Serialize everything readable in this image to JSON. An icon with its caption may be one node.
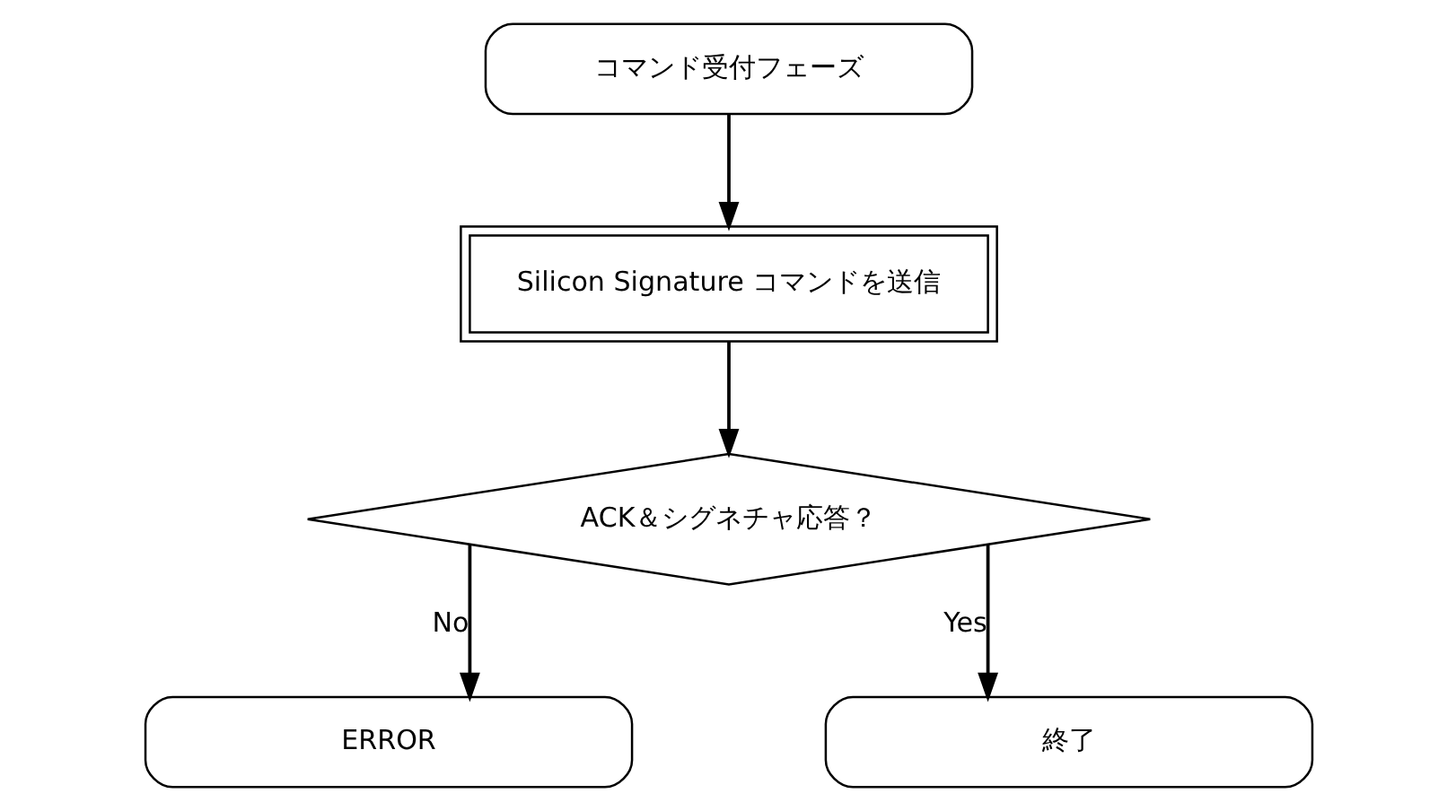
{
  "diagram": {
    "nodes": [
      {
        "text": [
          "コマンド受付フェーズ"
        ]
      },
      {
        "text": [
          "Silicon Signature コマンドを送信"
        ]
      },
      {
        "text": [
          "ACK＆シグネチャ応答？"
        ]
      },
      {
        "text": [
          "ERROR"
        ]
      },
      {
        "text": [
          "終了"
        ]
      }
    ],
    "edges": [
      {
        "from": 0,
        "to": 1,
        "arrow": "to"
      },
      {
        "from": 1,
        "to": 2,
        "arrow": "to"
      },
      {
        "from": 2,
        "to": 3,
        "arrow": "to",
        "label": "No"
      },
      {
        "from": 2,
        "to": 4,
        "arrow": "to",
        "label": "Yes"
      }
    ]
  }
}
